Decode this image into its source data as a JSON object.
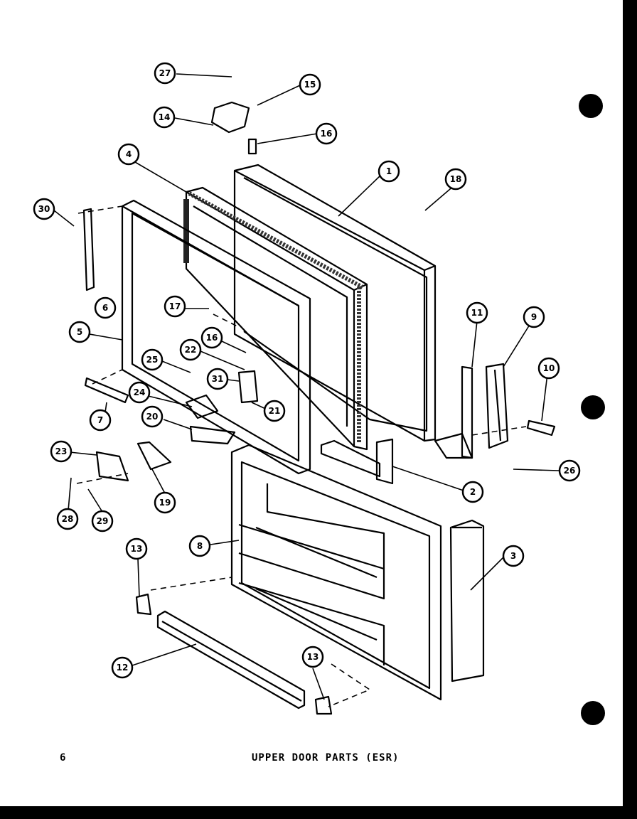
{
  "page_number": "6",
  "page_title": "UPPER DOOR PARTS (ESR)",
  "callouts": [
    {
      "n": "27"
    },
    {
      "n": "15"
    },
    {
      "n": "14"
    },
    {
      "n": "16"
    },
    {
      "n": "4"
    },
    {
      "n": "1"
    },
    {
      "n": "18"
    },
    {
      "n": "30"
    },
    {
      "n": "6"
    },
    {
      "n": "17"
    },
    {
      "n": "5"
    },
    {
      "n": "16"
    },
    {
      "n": "22"
    },
    {
      "n": "25"
    },
    {
      "n": "31"
    },
    {
      "n": "11"
    },
    {
      "n": "9"
    },
    {
      "n": "10"
    },
    {
      "n": "24"
    },
    {
      "n": "7"
    },
    {
      "n": "21"
    },
    {
      "n": "20"
    },
    {
      "n": "23"
    },
    {
      "n": "19"
    },
    {
      "n": "28"
    },
    {
      "n": "29"
    },
    {
      "n": "26"
    },
    {
      "n": "2"
    },
    {
      "n": "8"
    },
    {
      "n": "3"
    },
    {
      "n": "13"
    },
    {
      "n": "12"
    },
    {
      "n": "13"
    }
  ]
}
